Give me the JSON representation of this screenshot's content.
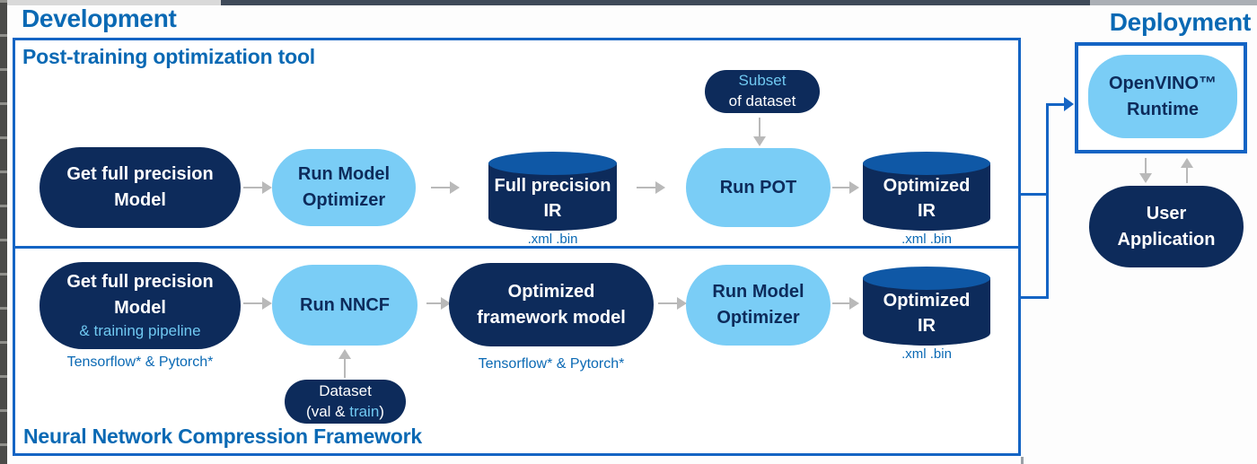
{
  "headings": {
    "development": "Development",
    "deployment": "Deployment"
  },
  "pot": {
    "title": "Post-training optimization tool",
    "get_model": {
      "line1": "Get full precision",
      "line2": "Model"
    },
    "run_model_optimizer": {
      "line1": "Run Model",
      "line2": "Optimizer"
    },
    "full_precision_ir": {
      "line1": "Full precision",
      "line2": "IR",
      "caption": ".xml .bin"
    },
    "subset": {
      "line1": "Subset",
      "line2": "of dataset"
    },
    "run_pot": {
      "label": "Run POT"
    },
    "optimized_ir": {
      "line1": "Optimized",
      "line2": "IR",
      "caption": ".xml .bin"
    }
  },
  "nncf": {
    "title": "Neural Network Compression Framework",
    "get_model": {
      "line1": "Get full precision",
      "line2": "Model",
      "line3": "& training pipeline",
      "caption": "Tensorflow* & Pytorch*"
    },
    "run_nncf": {
      "label": "Run NNCF"
    },
    "dataset": {
      "line1": "Dataset",
      "line2_pre": "(val & ",
      "line2_highlight": "train",
      "line2_post": ")"
    },
    "optimized_framework": {
      "line1": "Optimized",
      "line2": "framework model",
      "caption": "Tensorflow* & Pytorch*"
    },
    "run_model_optimizer": {
      "line1": "Run Model",
      "line2": "Optimizer"
    },
    "optimized_ir": {
      "line1": "Optimized",
      "line2": "IR",
      "caption": ".xml .bin"
    }
  },
  "deployment": {
    "openvino_runtime": {
      "line1": "OpenVINO™",
      "line2": "Runtime"
    },
    "user_application": {
      "line1": "User",
      "line2": "Application"
    }
  },
  "colors": {
    "navy": "#0d2b5b",
    "sky": "#7acdf6",
    "blue": "#0a69b4",
    "border": "#1464c4",
    "light": "#70c9f2",
    "cyltop": "#0f58a6",
    "arrow": "#b9b9b9"
  }
}
